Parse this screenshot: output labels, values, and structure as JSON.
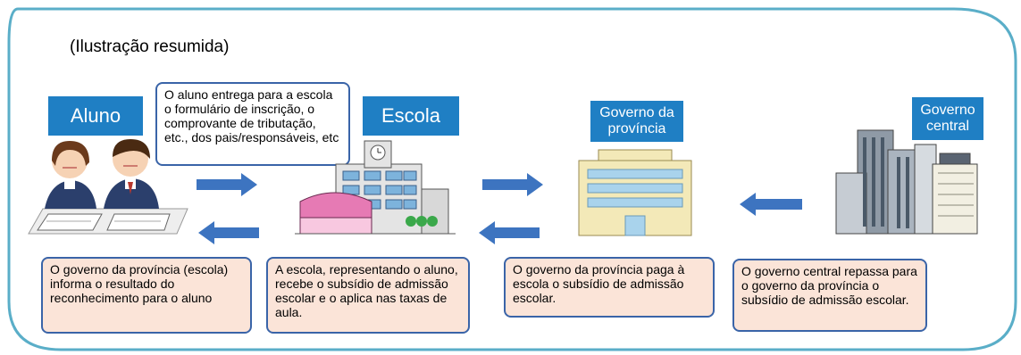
{
  "heading": "(Ilustração resumida)",
  "actors": {
    "aluno": "Aluno",
    "escola": "Escola",
    "governo_provincia": "Governo da província",
    "governo_central": "Governo central"
  },
  "notes": {
    "aluno_entrega": "O aluno entrega para a escola o formulário de inscrição, o comprovante de tributação, etc., dos pais/responsáveis, etc",
    "governo_informa": "O governo da província (escola) informa o resultado do reconhecimento para o aluno",
    "escola_recebe": "A escola, representando o aluno, recebe o subsídio de admissão escolar e o aplica nas taxas de aula.",
    "governo_paga": "O governo da província paga à escola o subsídio de admissão escolar.",
    "central_repassa": "O governo central repassa para o governo da província o subsídio de admissão escolar."
  },
  "colors": {
    "frame": "#5aaec8",
    "label": "#1f7fc4",
    "arrow": "#3d74c0",
    "note_border": "#3a64a8",
    "note_fill": "#fbe4d8"
  }
}
